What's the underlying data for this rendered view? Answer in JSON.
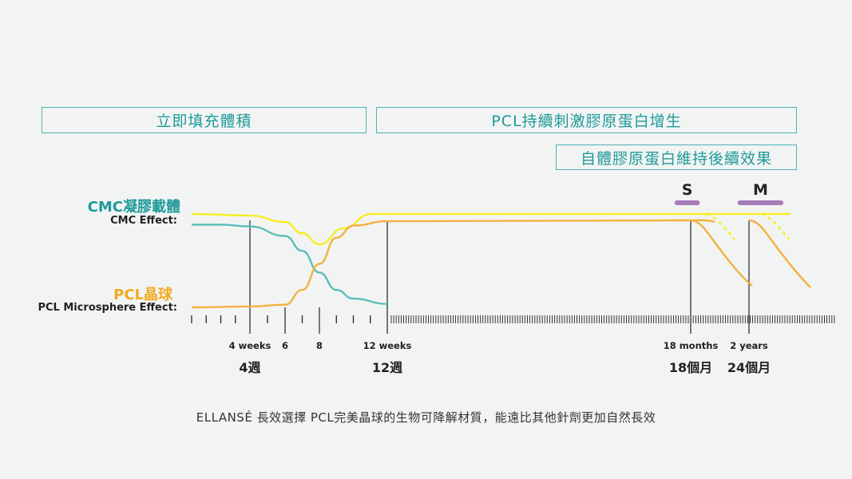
{
  "phases": {
    "immediate": "立即填充體積",
    "stimulate": "PCL持續刺激膠原蛋白增生",
    "maintain": "自體膠原蛋白維持後續效果"
  },
  "labels": {
    "cmc_zh": "CMC凝膠載體",
    "cmc_en": "CMC Effect:",
    "pcl_zh": "PCL晶球",
    "pcl_en": "PCL Microsphere Effect:"
  },
  "footer": "ELLANSÉ 長效選擇 PCL完美晶球的生物可降解材質，能遠比其他針劑更加自然長效",
  "colors": {
    "cmc": "#5bbdb9",
    "pcl": "#f4b13e",
    "envelope": "#f5ee2a",
    "variant_bar": "#a67bb9",
    "axis": "#222222"
  },
  "chart_data": {
    "type": "line",
    "x_unit": "weeks",
    "x_ticks": [
      {
        "x": 4,
        "label": "4 weeks",
        "label_zh": "4週"
      },
      {
        "x": 6,
        "label": "6"
      },
      {
        "x": 8,
        "label": "8"
      },
      {
        "x": 12,
        "label": "12 weeks",
        "label_zh": "12週"
      },
      {
        "x": 78,
        "label": "18 months",
        "label_zh": "18個月"
      },
      {
        "x": 104,
        "label": "2 years",
        "label_zh": "24個月"
      }
    ],
    "variants": [
      {
        "name": "S",
        "x_start": 75,
        "x_end": 81,
        "decline_start": 78
      },
      {
        "name": "M",
        "x_start": 100,
        "x_end": 107,
        "decline_start": 104
      }
    ],
    "series": [
      {
        "name": "CMC凝膠載體",
        "points": [
          [
            0,
            0.95
          ],
          [
            2,
            0.95
          ],
          [
            4,
            0.93
          ],
          [
            6,
            0.82
          ],
          [
            7,
            0.65
          ],
          [
            8,
            0.4
          ],
          [
            9,
            0.2
          ],
          [
            10,
            0.1
          ],
          [
            12,
            0.04
          ]
        ]
      },
      {
        "name": "PCL晶球",
        "points": [
          [
            0,
            0.0
          ],
          [
            4,
            0.01
          ],
          [
            6,
            0.03
          ],
          [
            7,
            0.2
          ],
          [
            8,
            0.5
          ],
          [
            9,
            0.8
          ],
          [
            10,
            0.94
          ],
          [
            12,
            0.99
          ],
          [
            78,
            1.0
          ]
        ]
      }
    ],
    "ylim": [
      0,
      1
    ]
  }
}
